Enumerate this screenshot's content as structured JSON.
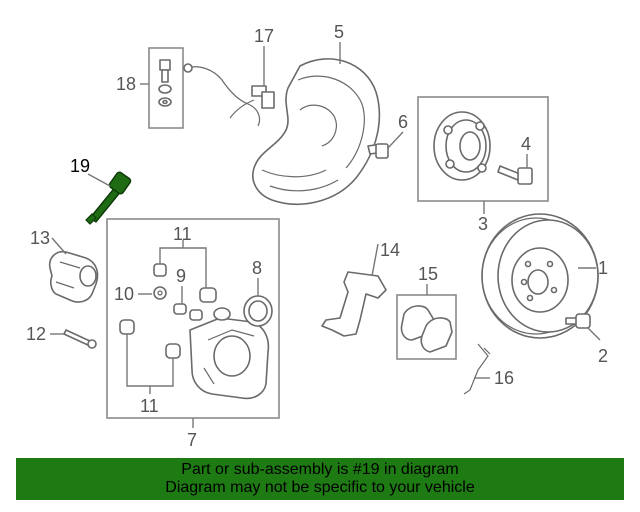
{
  "callouts": {
    "c1": "1",
    "c2": "2",
    "c3": "3",
    "c4": "4",
    "c5": "5",
    "c6": "6",
    "c7": "7",
    "c8": "8",
    "c9": "9",
    "c10": "10",
    "c11a": "11",
    "c11b": "11",
    "c12": "12",
    "c13": "13",
    "c14": "14",
    "c15": "15",
    "c16": "16",
    "c17": "17",
    "c18": "18",
    "c19": "19"
  },
  "colors": {
    "highlight_part": "#1e6b14",
    "banner_bg": "#1e7a12",
    "line": "#6a6a6a"
  },
  "banner": {
    "line1": "Part or sub-assembly is #19 in diagram",
    "line2": "Diagram may not be specific to your vehicle"
  }
}
